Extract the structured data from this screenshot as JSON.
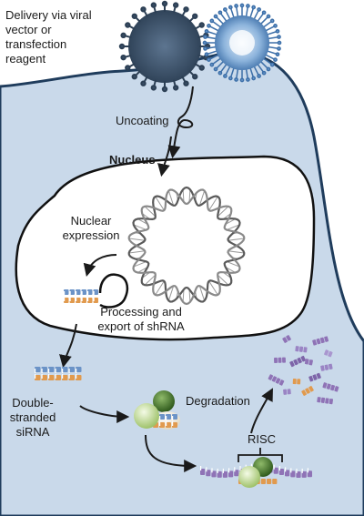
{
  "labels": {
    "delivery": [
      "Delivery  via viral",
      "vector or",
      "transfection",
      "reagent"
    ],
    "uncoating": "Uncoating",
    "nucleus": "Nucleus",
    "nuclear_expression": [
      "Nuclear",
      "expression"
    ],
    "processing": [
      "Processing and",
      "export of shRNA"
    ],
    "double_stranded": [
      "Double-",
      "stranded",
      "siRNA"
    ],
    "degradation": "Degradation",
    "risc": "RISC"
  },
  "colors": {
    "cell_fill": "#c9d9ea",
    "membrane": "#1f3c5c",
    "nucleus_fill": "#ffffff",
    "virus_dark": "#3a4f66",
    "virus_light": "#6f9ed0",
    "rna_blue": "#6b93c7",
    "rna_orange": "#e19a4e",
    "rna_purple": "#8f73b6",
    "protein_green": "#4f7d32",
    "protein_lime": "#c5df9a"
  }
}
